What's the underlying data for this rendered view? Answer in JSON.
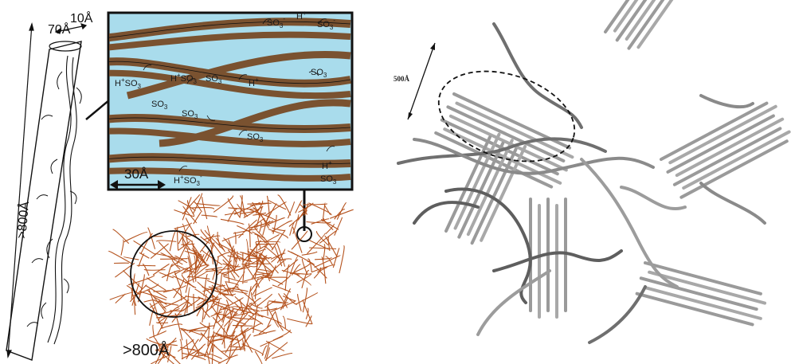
{
  "left_panel": {
    "diameter_label": "70Å",
    "wall_label": "10Å",
    "length_label": ">800Å",
    "inset_scale_label": "30Å",
    "bundle_label": ">800Å",
    "chem_labels": [
      {
        "text": "SO3-",
        "sub": "3"
      },
      {
        "text": "H+"
      },
      {
        "text": "SO3-"
      },
      {
        "text": "SO3"
      },
      {
        "text": "H+SO3-"
      },
      {
        "text": "SO3"
      },
      {
        "text": "H+"
      },
      {
        "text": "SO3"
      },
      {
        "text": "SO3"
      },
      {
        "text": "SO3"
      },
      {
        "text": "H+"
      },
      {
        "text": "SO3"
      },
      {
        "text": "H+SO3-"
      }
    ],
    "colors": {
      "fiber_brown": "#7a5230",
      "water_blue": "#a9dcec",
      "bundle_rust": "#b5531e"
    }
  },
  "right_panel": {
    "scale_label": "500Å",
    "rod_color": "#9a9a9a"
  }
}
